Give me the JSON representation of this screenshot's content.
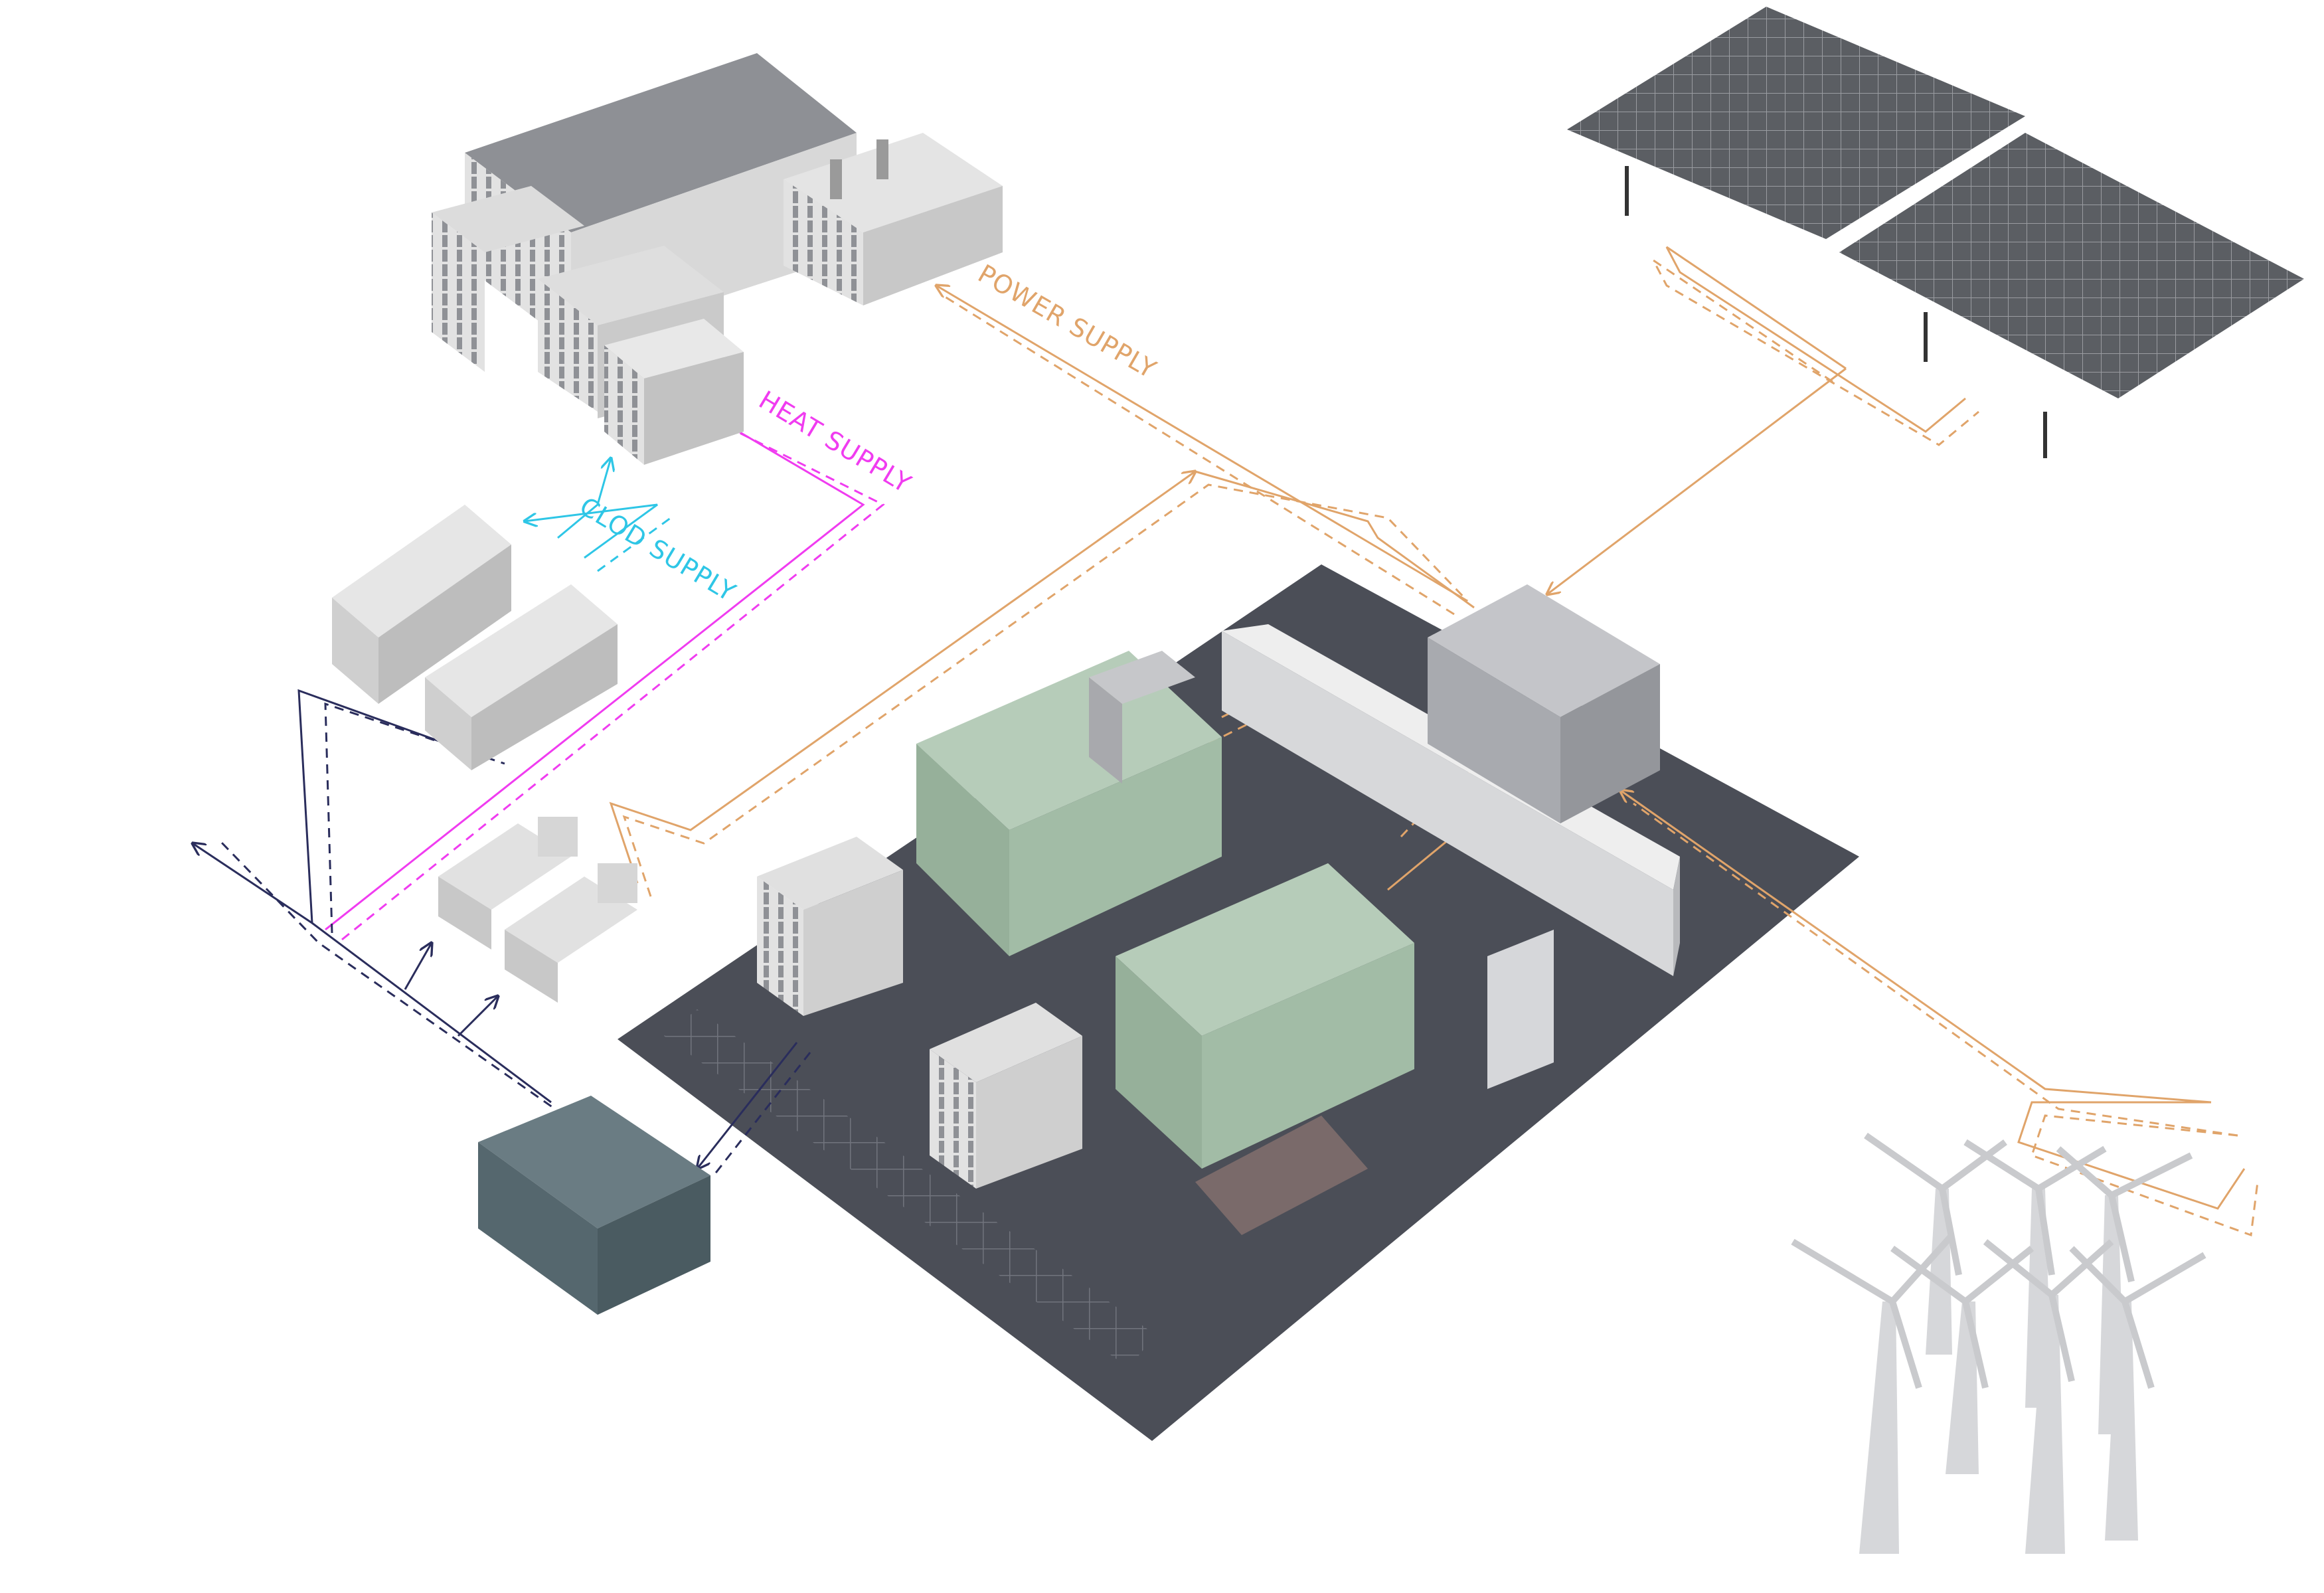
{
  "labels": {
    "power_supply": "POWER SUPPLY",
    "heat_supply": "HEAT SUPPLY",
    "cold_supply": "CLOD SUPPLY"
  },
  "colors": {
    "power": "#E0A46A",
    "heat": "#F03CF0",
    "cold": "#2EC6E6",
    "return": "#2A2D5C",
    "floor": "#4B4E57",
    "engine": "#A9C4AE",
    "storage": "#55676E",
    "building": "#E9E9E9",
    "solar": "#5B5E63",
    "turbine": "#D2D3D6",
    "background": "#FFFFFF"
  },
  "icons": [
    "building-icon",
    "solar-panel-icon",
    "chiller-icon",
    "absorption-chiller-icon",
    "engine-generator-icon",
    "transformer-icon",
    "switchgear-icon",
    "energy-storage-icon",
    "wind-turbine-icon"
  ]
}
